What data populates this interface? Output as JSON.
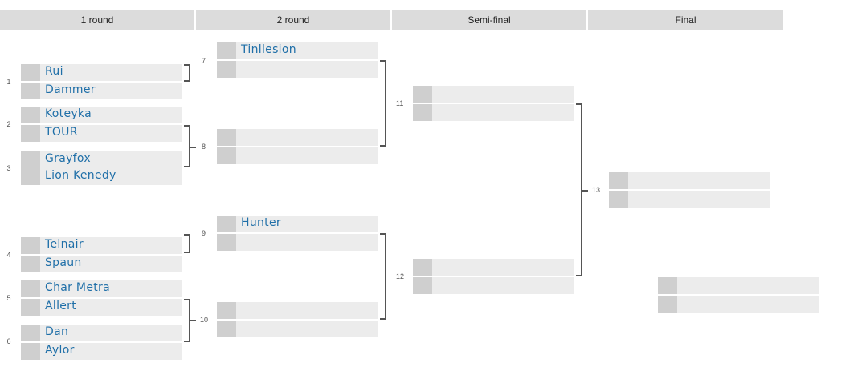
{
  "rounds": [
    "1 round",
    "2 round",
    "Semi-final",
    "Final"
  ],
  "seeds": [
    "1",
    "2",
    "3",
    "4",
    "5",
    "6"
  ],
  "round1": [
    {
      "top": "Rui",
      "bottom": "Dammer"
    },
    {
      "top": "Koteyka",
      "bottom": "TOUR"
    },
    {
      "top": "Grayfox",
      "bottom": "Lion Kenedy"
    },
    {
      "top": "Telnair",
      "bottom": "Spaun"
    },
    {
      "top": "Char Metra",
      "bottom": "Allert"
    },
    {
      "top": "Dan",
      "bottom": "Aylor"
    }
  ],
  "round2": [
    {
      "number": "7",
      "top": "Tinllesion",
      "bottom": ""
    },
    {
      "number": "8",
      "top": "",
      "bottom": ""
    },
    {
      "number": "9",
      "top": "Hunter",
      "bottom": ""
    },
    {
      "number": "10",
      "top": "",
      "bottom": ""
    }
  ],
  "semifinal": [
    {
      "number": "11",
      "top": "",
      "bottom": ""
    },
    {
      "number": "12",
      "top": "",
      "bottom": ""
    }
  ],
  "final": {
    "number": "13",
    "top": "",
    "bottom": ""
  },
  "third_place": {
    "top": "",
    "bottom": ""
  },
  "colors": {
    "header_bg": "#dcdcdc",
    "slot_bg": "#ececec",
    "swatch": "#cfcfcf",
    "name_text": "#1f6fa8",
    "connector": "#555555"
  }
}
